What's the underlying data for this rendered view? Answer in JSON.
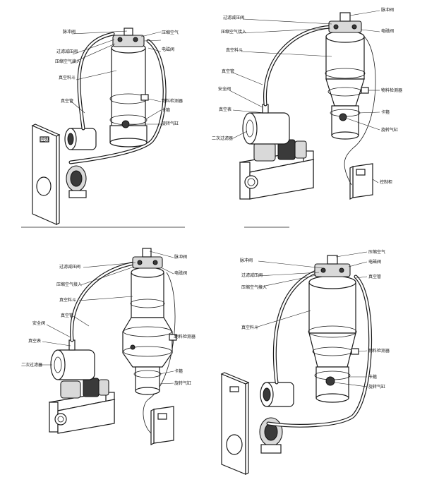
{
  "panels": [
    {
      "id": "top-left",
      "labels": [
        "脉冲阀",
        "压缩空气",
        "过滤减压阀",
        "电磁阀",
        "压缩空气接入",
        "真空料斗",
        "真空管",
        "物料检测器",
        "卡箍",
        "旋转气缸"
      ]
    },
    {
      "id": "top-right",
      "labels": [
        "过滤减压阀",
        "脉冲阀",
        "压缩空气接入",
        "电磁阀",
        "真空料斗",
        "真空管",
        "安全阀",
        "物料检测器",
        "真空表",
        "卡箍",
        "旋转气缸",
        "二次过滤器",
        "控制柜"
      ]
    },
    {
      "id": "bottom-left",
      "labels": [
        "过滤减压阀",
        "脉冲阀",
        "压缩空气接入",
        "电磁阀",
        "真空料斗",
        "真空管",
        "安全阀",
        "真空表",
        "物料检测器",
        "二次过滤器",
        "卡箍",
        "旋转气缸"
      ]
    },
    {
      "id": "bottom-right",
      "labels": [
        "脉冲阀",
        "压缩空气",
        "过滤减压阀",
        "电磁阀",
        "压缩空气接入",
        "真空料斗",
        "真空管",
        "物料检测器",
        "卡箍",
        "旋转气缸"
      ]
    }
  ],
  "control_box_text": "控制"
}
